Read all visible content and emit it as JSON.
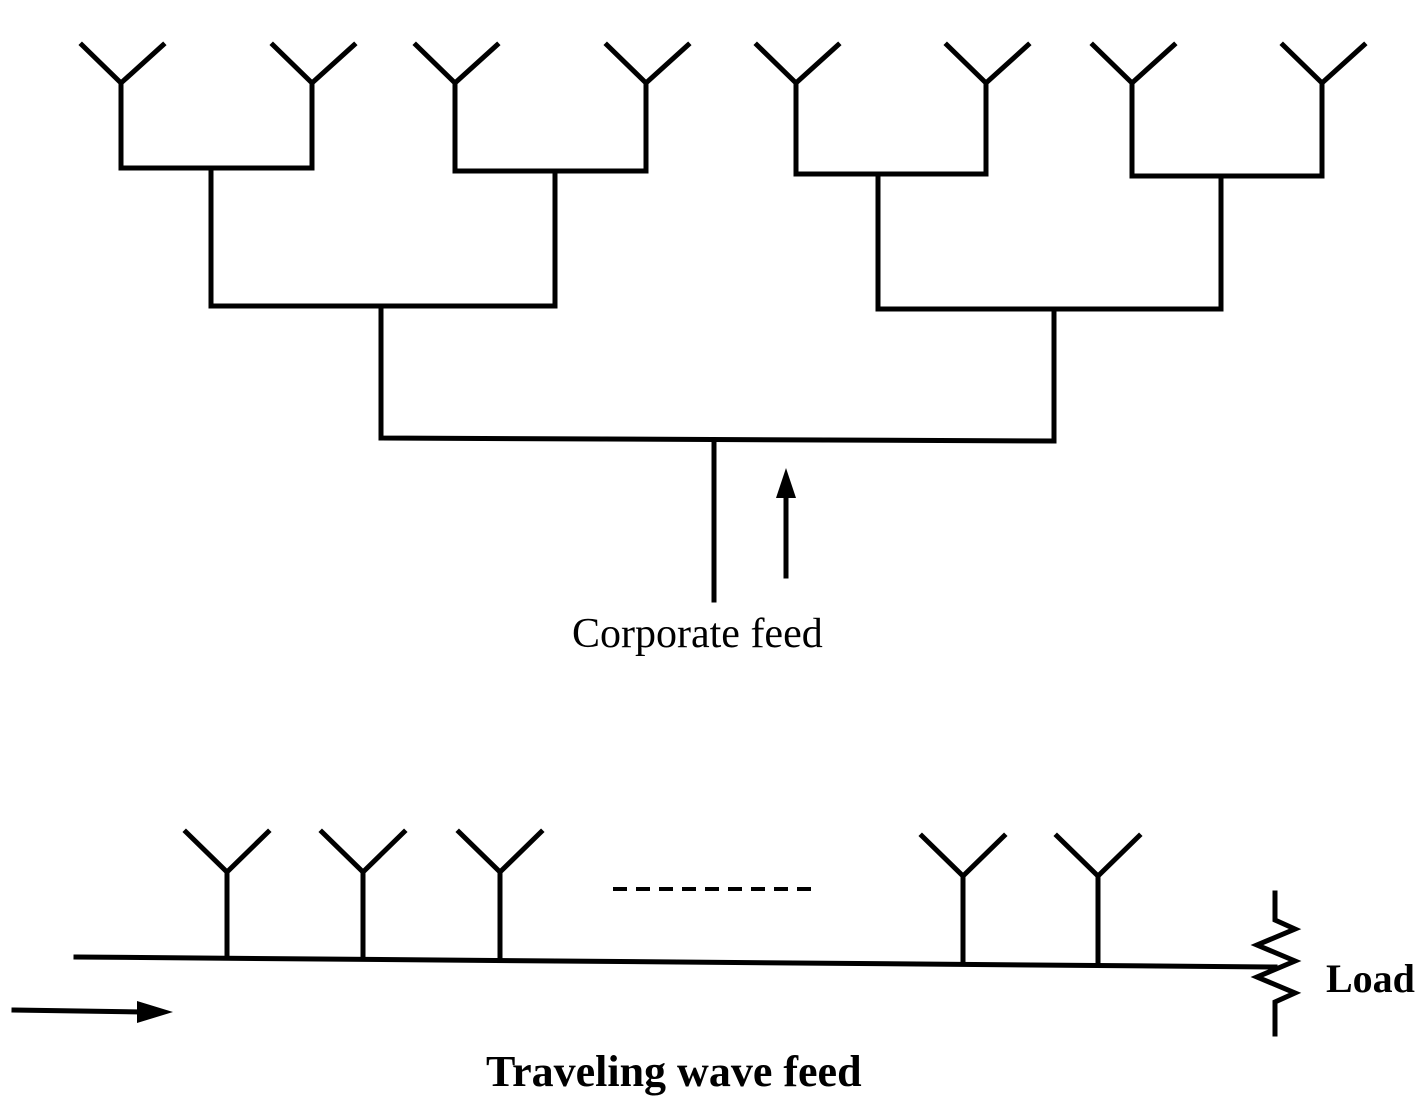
{
  "diagrams": [
    {
      "id": "corporate",
      "label": "Corporate feed",
      "antenna_count": 8,
      "feed_arrow": "up"
    },
    {
      "id": "traveling",
      "label": "Traveling wave feed",
      "antenna_count": 5,
      "feed_arrow": "right",
      "termination": "Load"
    }
  ],
  "colors": {
    "ink": "#000000",
    "paper": "#ffffff"
  }
}
